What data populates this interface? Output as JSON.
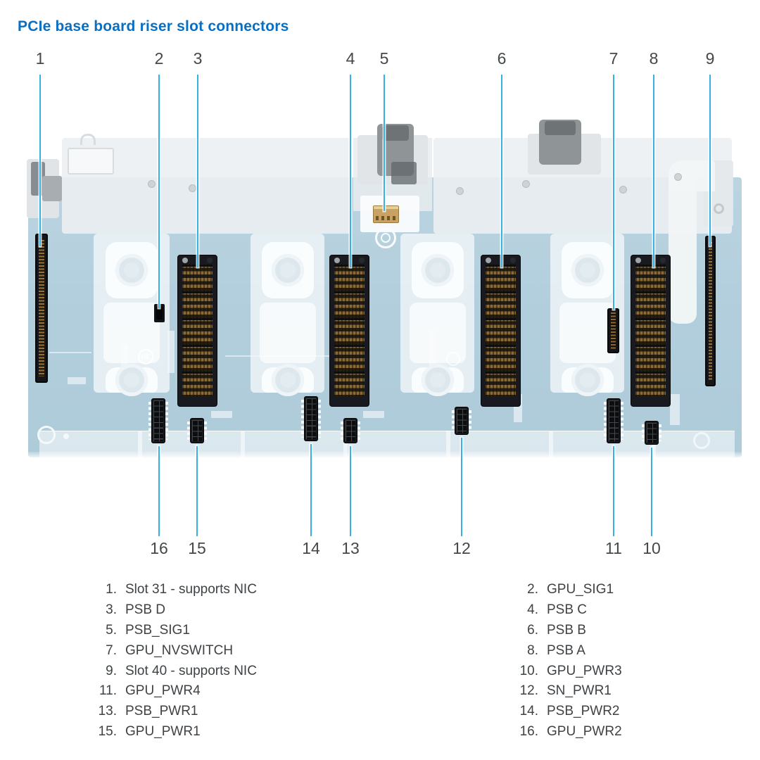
{
  "title": "PCIe base board riser slot connectors",
  "colors": {
    "title_blue": "#0a6fc2",
    "leader_line_blue": "#38b2e5",
    "pcb_blue": "#b3cfdd",
    "callout_text": "#44484b"
  },
  "callouts": {
    "top": [
      "1",
      "2",
      "3",
      "4",
      "5",
      "6",
      "7",
      "8",
      "9"
    ],
    "bottom": [
      "16",
      "15",
      "14",
      "13",
      "12",
      "11",
      "10"
    ]
  },
  "legend": {
    "left": [
      {
        "num": "1.",
        "label": "Slot 31 - supports NIC"
      },
      {
        "num": "3.",
        "label": "PSB D"
      },
      {
        "num": "5.",
        "label": "PSB_SIG1"
      },
      {
        "num": "7.",
        "label": "GPU_NVSWITCH"
      },
      {
        "num": "9.",
        "label": "Slot 40 - supports NIC"
      },
      {
        "num": "11.",
        "label": "GPU_PWR4"
      },
      {
        "num": "13.",
        "label": "PSB_PWR1"
      },
      {
        "num": "15.",
        "label": "GPU_PWR1"
      }
    ],
    "right": [
      {
        "num": "2.",
        "label": "GPU_SIG1"
      },
      {
        "num": "4.",
        "label": "PSB C"
      },
      {
        "num": "6.",
        "label": "PSB B"
      },
      {
        "num": "8.",
        "label": "PSB A"
      },
      {
        "num": "10.",
        "label": "GPU_PWR3"
      },
      {
        "num": "12.",
        "label": "SN_PWR1"
      },
      {
        "num": "14.",
        "label": "PSB_PWR2"
      },
      {
        "num": "16.",
        "label": "GPU_PWR2"
      }
    ]
  }
}
